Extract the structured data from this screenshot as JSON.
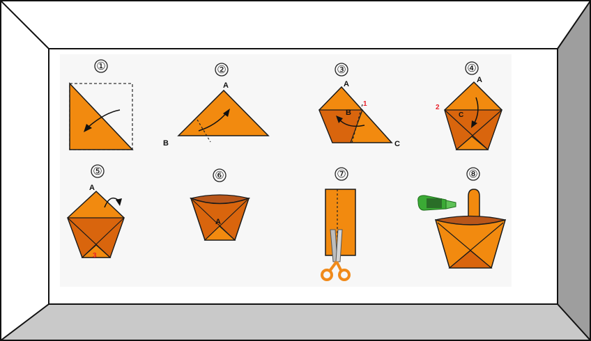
{
  "colors": {
    "paper_main": "#F28A0F",
    "paper_shade": "#D9650D",
    "paper_dark": "#B8561A",
    "outline": "#1a1a1a",
    "wall_floor": "#C9C9C9",
    "wall_right": "#9E9E9E",
    "panel_bg": "#F7F7F7",
    "red_label": "#E8202A",
    "glue_green": "#3BAA35",
    "scissors_orange": "#F08A1A"
  },
  "steps": [
    {
      "number": "①",
      "labels": []
    },
    {
      "number": "②",
      "labels": [
        "A",
        "B"
      ]
    },
    {
      "number": "③",
      "labels": [
        "A",
        "1",
        "B",
        "C"
      ]
    },
    {
      "number": "④",
      "labels": [
        "A",
        "2",
        "C"
      ]
    },
    {
      "number": "⑤",
      "labels": [
        "A",
        "3"
      ]
    },
    {
      "number": "⑥",
      "labels": [
        "A"
      ]
    },
    {
      "number": "⑦",
      "labels": []
    },
    {
      "number": "⑧",
      "labels": []
    }
  ]
}
